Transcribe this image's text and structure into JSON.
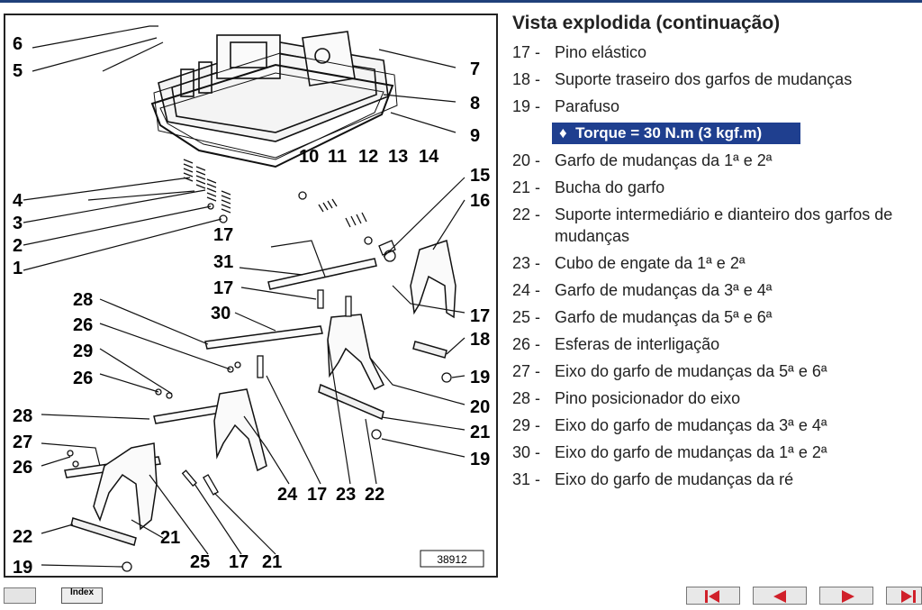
{
  "page": {
    "title": "Vista explodida (continuação)",
    "figure_ref": "38912",
    "torque_bullet": "♦",
    "torque_text": "Torque = 30 N.m (3 kgf.m)"
  },
  "legend": [
    {
      "num": "17 -",
      "text": "Pino elástico"
    },
    {
      "num": "18 -",
      "text": "Suporte traseiro dos garfos de mudanças"
    },
    {
      "num": "19 -",
      "text": "Parafuso"
    },
    {
      "num": "20 -",
      "text": "Garfo de mudanças da 1ª e 2ª"
    },
    {
      "num": "21 -",
      "text": "Bucha do garfo"
    },
    {
      "num": "22 -",
      "text": "Suporte intermediário e dianteiro dos garfos de mudanças"
    },
    {
      "num": "23 -",
      "text": "Cubo de engate da 1ª e 2ª"
    },
    {
      "num": "24 -",
      "text": "Garfo de mudanças da 3ª e 4ª"
    },
    {
      "num": "25 -",
      "text": "Garfo de mudanças da 5ª e 6ª"
    },
    {
      "num": "26 -",
      "text": "Esferas de interligação"
    },
    {
      "num": "27 -",
      "text": "Eixo do garfo de mudanças da 5ª e 6ª"
    },
    {
      "num": "28 -",
      "text": "Pino posicionador do eixo"
    },
    {
      "num": "29 -",
      "text": "Eixo do garfo de mudanças da 3ª e 4ª"
    },
    {
      "num": "30 -",
      "text": "Eixo do garfo de mudanças da 1ª e 2ª"
    },
    {
      "num": "31 -",
      "text": "Eixo do garfo de mudanças da ré"
    }
  ],
  "callouts": {
    "c6": "6",
    "c5": "5",
    "c7": "7",
    "c8": "8",
    "c9": "9",
    "c10": "10",
    "c11": "11",
    "c12": "12",
    "c13": "13",
    "c14": "14",
    "c15": "15",
    "c16": "16",
    "c4": "4",
    "c3": "3",
    "c2": "2",
    "c1": "1",
    "c17a": "17",
    "c31": "31",
    "c17b": "17",
    "c28a": "28",
    "c30": "30",
    "c26a": "26",
    "c29": "29",
    "c26b": "26",
    "c28b": "28",
    "c27": "27",
    "c26c": "26",
    "c22a": "22",
    "c19a": "19",
    "c17c": "17",
    "c18": "18",
    "c19b": "19",
    "c20": "20",
    "c21a": "21",
    "c19c": "19",
    "c24": "24",
    "c17d": "17",
    "c23": "23",
    "c22b": "22",
    "c21b": "21",
    "c25": "25",
    "c17e": "17",
    "c21c": "21"
  },
  "nav": {
    "index_label": "Index"
  }
}
